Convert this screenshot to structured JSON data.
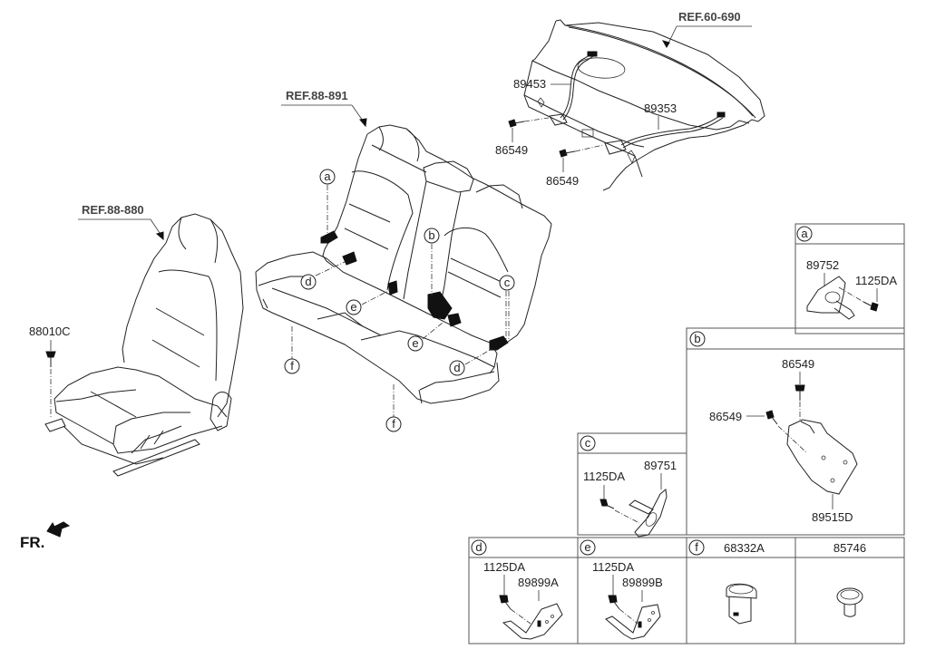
{
  "diagram": {
    "title": "Seat belt / seat hardware exploded parts diagram",
    "references": [
      {
        "id": "ref-60-690",
        "text": "REF.60-690"
      },
      {
        "id": "ref-88-891",
        "text": "REF.88-891"
      },
      {
        "id": "ref-88-880",
        "text": "REF.88-880"
      }
    ],
    "main_parts": {
      "p89453": "89453",
      "p89353": "89353",
      "p86549_a": "86549",
      "p86549_b": "86549",
      "p88010c": "88010C"
    },
    "callouts": {
      "a": "a",
      "b": "b",
      "c": "c",
      "d": "d",
      "e": "e",
      "f": "f"
    },
    "direction": {
      "label": "FR."
    },
    "detail_boxes": {
      "a": {
        "tag": "a",
        "parts": [
          "89752",
          "1125DA"
        ]
      },
      "b": {
        "tag": "b",
        "parts": [
          "86549",
          "86549",
          "89515D"
        ]
      },
      "c": {
        "tag": "c",
        "parts": [
          "1125DA",
          "89751"
        ]
      },
      "d": {
        "tag": "d",
        "parts": [
          "1125DA",
          "89899A"
        ]
      },
      "e": {
        "tag": "e",
        "parts": [
          "1125DA",
          "89899B"
        ]
      },
      "f": {
        "tag": "f",
        "header": "68332A"
      },
      "g": {
        "header": "85746"
      }
    }
  }
}
